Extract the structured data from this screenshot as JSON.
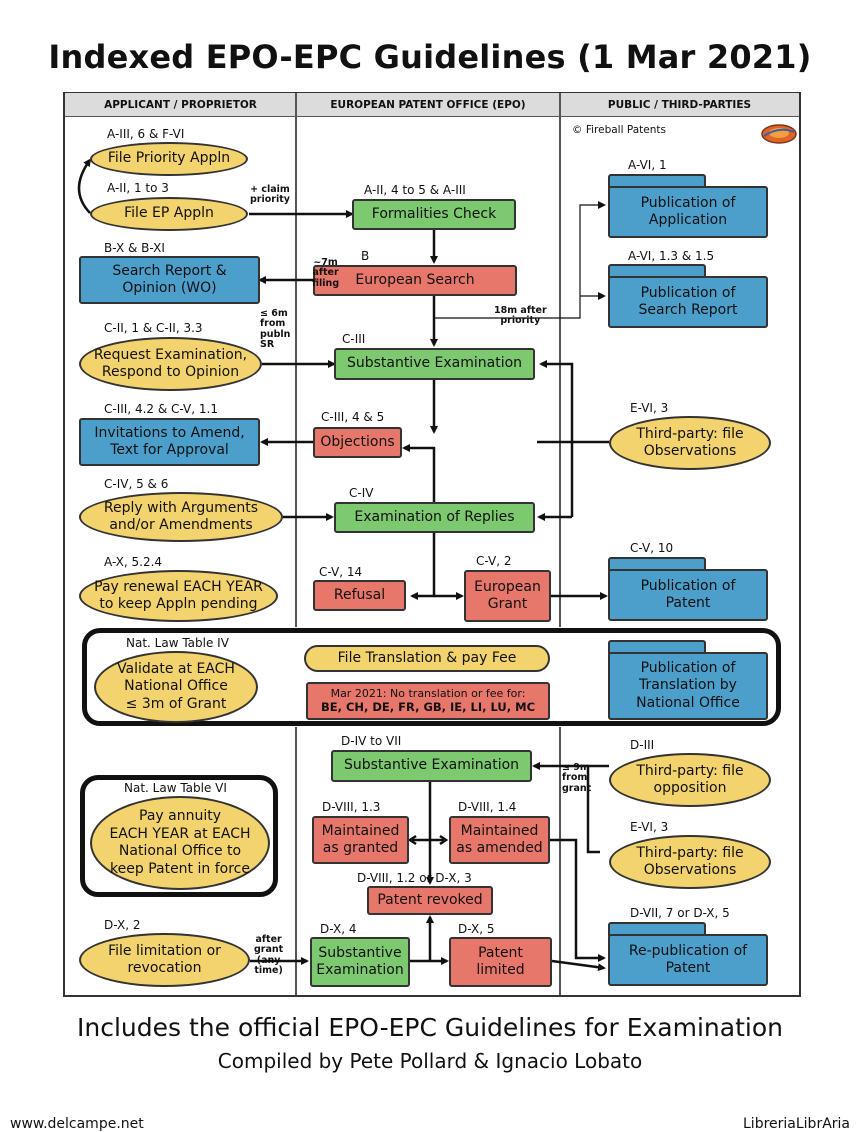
{
  "title": "Indexed EPO-EPC Guidelines (1 Mar 2021)",
  "columns": [
    "APPLICANT / PROPRIETOR",
    "EUROPEAN PATENT OFFICE (EPO)",
    "PUBLIC / THIRD-PARTIES"
  ],
  "copyright": "© Fireball Patents",
  "applicant": {
    "priority": {
      "ref": "A-III, 6 & F-VI",
      "text": "File Priority Appln"
    },
    "file_ep": {
      "ref": "A-II, 1 to 3",
      "text": "File EP Appln"
    },
    "search_report": {
      "ref": "B-X & B-XI",
      "line1": "Search Report &",
      "line2": "Opinion (WO)"
    },
    "request_exam": {
      "ref": "C-II, 1 & C-II, 3.3",
      "line1": "Request Examination,",
      "line2": "Respond to Opinion"
    },
    "invitations": {
      "ref": "C-III, 4.2 & C-V, 1.1",
      "line1": "Invitations to Amend,",
      "line2": "Text for Approval"
    },
    "reply": {
      "ref": "C-IV, 5 & 6",
      "line1": "Reply with Arguments",
      "line2": "and/or Amendments"
    },
    "renewal": {
      "ref": "A-X, 5.2.4",
      "line1": "Pay renewal EACH YEAR",
      "line2": "to keep Appln pending"
    },
    "validate": {
      "ref": "Nat. Law Table IV",
      "line1": "Validate at EACH",
      "line2": "National Office",
      "line3": "≤ 3m of Grant"
    },
    "annuity": {
      "ref": "Nat. Law Table VI",
      "line1": "Pay annuity",
      "line2": "EACH YEAR at EACH",
      "line3": "National Office to",
      "line4": "keep Patent in force"
    },
    "limitation": {
      "ref": "D-X, 2",
      "line1": "File limitation or",
      "line2": "revocation"
    }
  },
  "epo": {
    "formalities": {
      "ref": "A-II, 4 to 5 & A-III",
      "text": "Formalities Check"
    },
    "search": {
      "ref": "B",
      "text": "European Search"
    },
    "subst_exam": {
      "ref": "C-III",
      "text": "Substantive Examination"
    },
    "objections": {
      "ref": "C-III, 4 & 5",
      "text": "Objections"
    },
    "exam_replies": {
      "ref": "C-IV",
      "text": "Examination of Replies"
    },
    "refusal": {
      "ref": "C-V, 14",
      "text": "Refusal"
    },
    "grant": {
      "ref": "C-V, 2",
      "line1": "European",
      "line2": "Grant"
    },
    "translation": {
      "text": "File Translation & pay Fee"
    },
    "no_translation": {
      "line1": "Mar 2021: No translation or fee for:",
      "line2": "BE, CH, DE, FR, GB, IE, LI, LU, MC"
    },
    "opp_exam": {
      "ref": "D-IV to VII",
      "text": "Substantive Examination"
    },
    "maintained_granted": {
      "ref": "D-VIII, 1.3",
      "line1": "Maintained",
      "line2": "as granted"
    },
    "maintained_amended": {
      "ref": "D-VIII, 1.4",
      "line1": "Maintained",
      "line2": "as amended"
    },
    "revoked": {
      "ref": "D-VIII, 1.2 or D-X, 3",
      "text": "Patent revoked"
    },
    "lim_exam": {
      "ref": "D-X, 4",
      "line1": "Substantive",
      "line2": "Examination"
    },
    "limited": {
      "ref": "D-X, 5",
      "line1": "Patent",
      "line2": "limited"
    }
  },
  "public": {
    "pub_app": {
      "ref": "A-VI, 1",
      "line1": "Publication of",
      "line2": "Application"
    },
    "pub_search": {
      "ref": "A-VI, 1.3 & 1.5",
      "line1": "Publication of",
      "line2": "Search Report"
    },
    "obs1": {
      "ref": "E-VI, 3",
      "line1": "Third-party: file",
      "line2": "Observations"
    },
    "pub_patent": {
      "ref": "C-V, 10",
      "line1": "Publication of",
      "line2": "Patent"
    },
    "pub_translation": {
      "line1": "Publication of",
      "line2": "Translation by",
      "line3": "National Office"
    },
    "opposition": {
      "ref": "D-III",
      "line1": "Third-party: file",
      "line2": "opposition"
    },
    "obs2": {
      "ref": "E-VI, 3",
      "line1": "Third-party: file",
      "line2": "Observations"
    },
    "republication": {
      "ref": "D-VII, 7 or D-X, 5",
      "line1": "Re-publication of",
      "line2": "Patent"
    }
  },
  "notes": {
    "claim_priority": "+ claim\npriority",
    "seven_m": "~7m\nafter\nfiling",
    "six_m": "≤ 6m\nfrom\npubln\nSR",
    "eighteen_m": "18m after\npriority",
    "nine_m": "≤ 9m\nfrom\ngrant",
    "after_grant": "after\ngrant\n(any\ntime)"
  },
  "footer": {
    "line1": "Includes the official EPO-EPC Guidelines for Examination",
    "line2": "Compiled by Pete Pollard & Ignacio Lobato"
  },
  "credits": {
    "left": "www.delcampe.net",
    "right": "LibreriaLibrAria"
  }
}
